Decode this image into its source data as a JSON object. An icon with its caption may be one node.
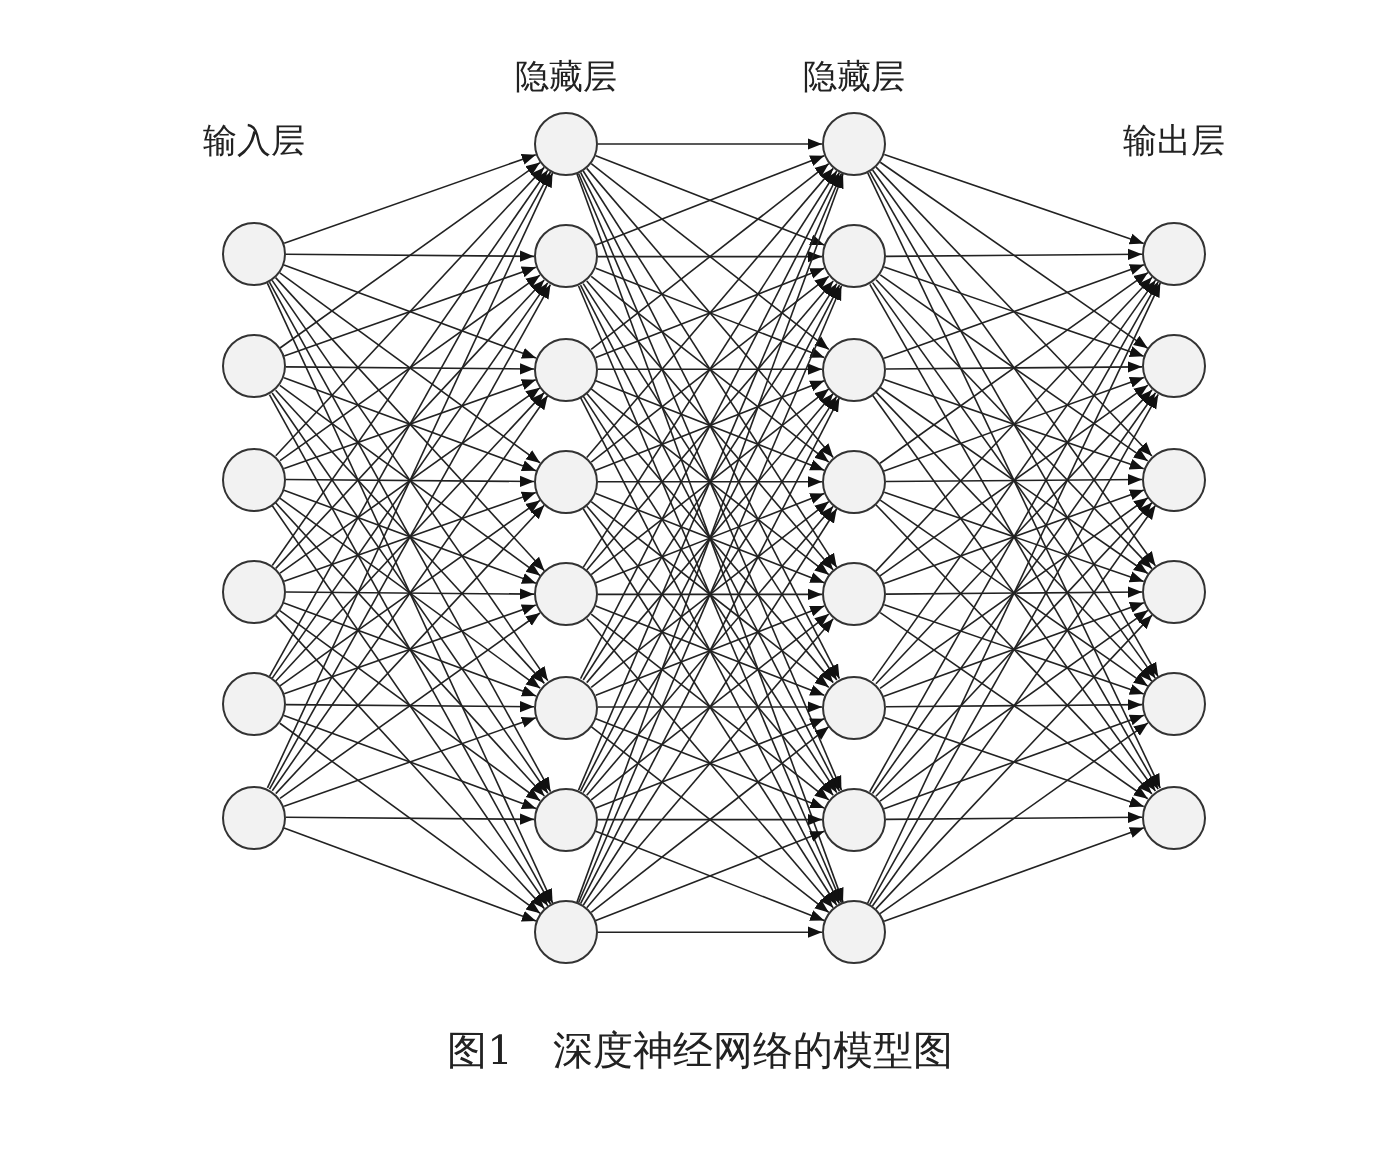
{
  "diagram": {
    "caption": "图1　深度神经网络的模型图",
    "nodes": [
      {
        "text": [],
        "shape": "circle"
      },
      {
        "text": [],
        "shape": "circle"
      },
      {
        "text": [],
        "shape": "circle"
      },
      {
        "text": [],
        "shape": "circle"
      },
      {
        "text": [],
        "shape": "circle"
      },
      {
        "text": [],
        "shape": "circle"
      },
      {
        "text": [],
        "shape": "circle"
      },
      {
        "text": [],
        "shape": "circle"
      },
      {
        "text": [],
        "shape": "circle"
      },
      {
        "text": [],
        "shape": "circle"
      },
      {
        "text": [],
        "shape": "circle"
      },
      {
        "text": [],
        "shape": "circle"
      },
      {
        "text": [],
        "shape": "circle"
      },
      {
        "text": [],
        "shape": "circle"
      },
      {
        "text": [],
        "shape": "circle"
      },
      {
        "text": [],
        "shape": "circle"
      },
      {
        "text": [],
        "shape": "circle"
      },
      {
        "text": [],
        "shape": "circle"
      },
      {
        "text": [],
        "shape": "circle"
      },
      {
        "text": [],
        "shape": "circle"
      },
      {
        "text": [],
        "shape": "circle"
      },
      {
        "text": [],
        "shape": "circle"
      },
      {
        "text": [],
        "shape": "circle"
      },
      {
        "text": [],
        "shape": "circle"
      },
      {
        "text": [],
        "shape": "circle"
      },
      {
        "text": [],
        "shape": "circle"
      },
      {
        "text": [],
        "shape": "circle"
      },
      {
        "text": [],
        "shape": "circle"
      }
    ],
    "edges": [
      {
        "from": 0,
        "to": 6,
        "arrow": "to"
      },
      {
        "from": 0,
        "to": 7,
        "arrow": "to"
      },
      {
        "from": 0,
        "to": 8,
        "arrow": "to"
      },
      {
        "from": 0,
        "to": 9,
        "arrow": "to"
      },
      {
        "from": 0,
        "to": 10,
        "arrow": "to"
      },
      {
        "from": 0,
        "to": 11,
        "arrow": "to"
      },
      {
        "from": 0,
        "to": 12,
        "arrow": "to"
      },
      {
        "from": 0,
        "to": 13,
        "arrow": "to"
      },
      {
        "from": 1,
        "to": 6,
        "arrow": "to"
      },
      {
        "from": 1,
        "to": 7,
        "arrow": "to"
      },
      {
        "from": 1,
        "to": 8,
        "arrow": "to"
      },
      {
        "from": 1,
        "to": 9,
        "arrow": "to"
      },
      {
        "from": 1,
        "to": 10,
        "arrow": "to"
      },
      {
        "from": 1,
        "to": 11,
        "arrow": "to"
      },
      {
        "from": 1,
        "to": 12,
        "arrow": "to"
      },
      {
        "from": 1,
        "to": 13,
        "arrow": "to"
      },
      {
        "from": 2,
        "to": 6,
        "arrow": "to"
      },
      {
        "from": 2,
        "to": 7,
        "arrow": "to"
      },
      {
        "from": 2,
        "to": 8,
        "arrow": "to"
      },
      {
        "from": 2,
        "to": 9,
        "arrow": "to"
      },
      {
        "from": 2,
        "to": 10,
        "arrow": "to"
      },
      {
        "from": 2,
        "to": 11,
        "arrow": "to"
      },
      {
        "from": 2,
        "to": 12,
        "arrow": "to"
      },
      {
        "from": 2,
        "to": 13,
        "arrow": "to"
      },
      {
        "from": 3,
        "to": 6,
        "arrow": "to"
      },
      {
        "from": 3,
        "to": 7,
        "arrow": "to"
      },
      {
        "from": 3,
        "to": 8,
        "arrow": "to"
      },
      {
        "from": 3,
        "to": 9,
        "arrow": "to"
      },
      {
        "from": 3,
        "to": 10,
        "arrow": "to"
      },
      {
        "from": 3,
        "to": 11,
        "arrow": "to"
      },
      {
        "from": 3,
        "to": 12,
        "arrow": "to"
      },
      {
        "from": 3,
        "to": 13,
        "arrow": "to"
      },
      {
        "from": 4,
        "to": 6,
        "arrow": "to"
      },
      {
        "from": 4,
        "to": 7,
        "arrow": "to"
      },
      {
        "from": 4,
        "to": 8,
        "arrow": "to"
      },
      {
        "from": 4,
        "to": 9,
        "arrow": "to"
      },
      {
        "from": 4,
        "to": 10,
        "arrow": "to"
      },
      {
        "from": 4,
        "to": 11,
        "arrow": "to"
      },
      {
        "from": 4,
        "to": 12,
        "arrow": "to"
      },
      {
        "from": 4,
        "to": 13,
        "arrow": "to"
      },
      {
        "from": 5,
        "to": 6,
        "arrow": "to"
      },
      {
        "from": 5,
        "to": 7,
        "arrow": "to"
      },
      {
        "from": 5,
        "to": 8,
        "arrow": "to"
      },
      {
        "from": 5,
        "to": 9,
        "arrow": "to"
      },
      {
        "from": 5,
        "to": 10,
        "arrow": "to"
      },
      {
        "from": 5,
        "to": 11,
        "arrow": "to"
      },
      {
        "from": 5,
        "to": 12,
        "arrow": "to"
      },
      {
        "from": 5,
        "to": 13,
        "arrow": "to"
      },
      {
        "from": 6,
        "to": 14,
        "arrow": "to"
      },
      {
        "from": 6,
        "to": 15,
        "arrow": "to"
      },
      {
        "from": 6,
        "to": 16,
        "arrow": "to"
      },
      {
        "from": 6,
        "to": 17,
        "arrow": "to"
      },
      {
        "from": 6,
        "to": 18,
        "arrow": "to"
      },
      {
        "from": 6,
        "to": 19,
        "arrow": "to"
      },
      {
        "from": 6,
        "to": 20,
        "arrow": "to"
      },
      {
        "from": 6,
        "to": 21,
        "arrow": "to"
      },
      {
        "from": 7,
        "to": 14,
        "arrow": "to"
      },
      {
        "from": 7,
        "to": 15,
        "arrow": "to"
      },
      {
        "from": 7,
        "to": 16,
        "arrow": "to"
      },
      {
        "from": 7,
        "to": 17,
        "arrow": "to"
      },
      {
        "from": 7,
        "to": 18,
        "arrow": "to"
      },
      {
        "from": 7,
        "to": 19,
        "arrow": "to"
      },
      {
        "from": 7,
        "to": 20,
        "arrow": "to"
      },
      {
        "from": 7,
        "to": 21,
        "arrow": "to"
      },
      {
        "from": 8,
        "to": 14,
        "arrow": "to"
      },
      {
        "from": 8,
        "to": 15,
        "arrow": "to"
      },
      {
        "from": 8,
        "to": 16,
        "arrow": "to"
      },
      {
        "from": 8,
        "to": 17,
        "arrow": "to"
      },
      {
        "from": 8,
        "to": 18,
        "arrow": "to"
      },
      {
        "from": 8,
        "to": 19,
        "arrow": "to"
      },
      {
        "from": 8,
        "to": 20,
        "arrow": "to"
      },
      {
        "from": 8,
        "to": 21,
        "arrow": "to"
      },
      {
        "from": 9,
        "to": 14,
        "arrow": "to"
      },
      {
        "from": 9,
        "to": 15,
        "arrow": "to"
      },
      {
        "from": 9,
        "to": 16,
        "arrow": "to"
      },
      {
        "from": 9,
        "to": 17,
        "arrow": "to"
      },
      {
        "from": 9,
        "to": 18,
        "arrow": "to"
      },
      {
        "from": 9,
        "to": 19,
        "arrow": "to"
      },
      {
        "from": 9,
        "to": 20,
        "arrow": "to"
      },
      {
        "from": 9,
        "to": 21,
        "arrow": "to"
      },
      {
        "from": 10,
        "to": 14,
        "arrow": "to"
      },
      {
        "from": 10,
        "to": 15,
        "arrow": "to"
      },
      {
        "from": 10,
        "to": 16,
        "arrow": "to"
      },
      {
        "from": 10,
        "to": 17,
        "arrow": "to"
      },
      {
        "from": 10,
        "to": 18,
        "arrow": "to"
      },
      {
        "from": 10,
        "to": 19,
        "arrow": "to"
      },
      {
        "from": 10,
        "to": 20,
        "arrow": "to"
      },
      {
        "from": 10,
        "to": 21,
        "arrow": "to"
      },
      {
        "from": 11,
        "to": 14,
        "arrow": "to"
      },
      {
        "from": 11,
        "to": 15,
        "arrow": "to"
      },
      {
        "from": 11,
        "to": 16,
        "arrow": "to"
      },
      {
        "from": 11,
        "to": 17,
        "arrow": "to"
      },
      {
        "from": 11,
        "to": 18,
        "arrow": "to"
      },
      {
        "from": 11,
        "to": 19,
        "arrow": "to"
      },
      {
        "from": 11,
        "to": 20,
        "arrow": "to"
      },
      {
        "from": 11,
        "to": 21,
        "arrow": "to"
      },
      {
        "from": 12,
        "to": 14,
        "arrow": "to"
      },
      {
        "from": 12,
        "to": 15,
        "arrow": "to"
      },
      {
        "from": 12,
        "to": 16,
        "arrow": "to"
      },
      {
        "from": 12,
        "to": 17,
        "arrow": "to"
      },
      {
        "from": 12,
        "to": 18,
        "arrow": "to"
      },
      {
        "from": 12,
        "to": 19,
        "arrow": "to"
      },
      {
        "from": 12,
        "to": 20,
        "arrow": "to"
      },
      {
        "from": 12,
        "to": 21,
        "arrow": "to"
      },
      {
        "from": 13,
        "to": 14,
        "arrow": "to"
      },
      {
        "from": 13,
        "to": 15,
        "arrow": "to"
      },
      {
        "from": 13,
        "to": 16,
        "arrow": "to"
      },
      {
        "from": 13,
        "to": 17,
        "arrow": "to"
      },
      {
        "from": 13,
        "to": 18,
        "arrow": "to"
      },
      {
        "from": 13,
        "to": 19,
        "arrow": "to"
      },
      {
        "from": 13,
        "to": 20,
        "arrow": "to"
      },
      {
        "from": 13,
        "to": 21,
        "arrow": "to"
      },
      {
        "from": 14,
        "to": 22,
        "arrow": "to"
      },
      {
        "from": 14,
        "to": 23,
        "arrow": "to"
      },
      {
        "from": 14,
        "to": 24,
        "arrow": "to"
      },
      {
        "from": 14,
        "to": 25,
        "arrow": "to"
      },
      {
        "from": 14,
        "to": 26,
        "arrow": "to"
      },
      {
        "from": 14,
        "to": 27,
        "arrow": "to"
      },
      {
        "from": 15,
        "to": 22,
        "arrow": "to"
      },
      {
        "from": 15,
        "to": 23,
        "arrow": "to"
      },
      {
        "from": 15,
        "to": 24,
        "arrow": "to"
      },
      {
        "from": 15,
        "to": 25,
        "arrow": "to"
      },
      {
        "from": 15,
        "to": 26,
        "arrow": "to"
      },
      {
        "from": 15,
        "to": 27,
        "arrow": "to"
      },
      {
        "from": 16,
        "to": 22,
        "arrow": "to"
      },
      {
        "from": 16,
        "to": 23,
        "arrow": "to"
      },
      {
        "from": 16,
        "to": 24,
        "arrow": "to"
      },
      {
        "from": 16,
        "to": 25,
        "arrow": "to"
      },
      {
        "from": 16,
        "to": 26,
        "arrow": "to"
      },
      {
        "from": 16,
        "to": 27,
        "arrow": "to"
      },
      {
        "from": 17,
        "to": 22,
        "arrow": "to"
      },
      {
        "from": 17,
        "to": 23,
        "arrow": "to"
      },
      {
        "from": 17,
        "to": 24,
        "arrow": "to"
      },
      {
        "from": 17,
        "to": 25,
        "arrow": "to"
      },
      {
        "from": 17,
        "to": 26,
        "arrow": "to"
      },
      {
        "from": 17,
        "to": 27,
        "arrow": "to"
      },
      {
        "from": 18,
        "to": 22,
        "arrow": "to"
      },
      {
        "from": 18,
        "to": 23,
        "arrow": "to"
      },
      {
        "from": 18,
        "to": 24,
        "arrow": "to"
      },
      {
        "from": 18,
        "to": 25,
        "arrow": "to"
      },
      {
        "from": 18,
        "to": 26,
        "arrow": "to"
      },
      {
        "from": 18,
        "to": 27,
        "arrow": "to"
      },
      {
        "from": 19,
        "to": 22,
        "arrow": "to"
      },
      {
        "from": 19,
        "to": 23,
        "arrow": "to"
      },
      {
        "from": 19,
        "to": 24,
        "arrow": "to"
      },
      {
        "from": 19,
        "to": 25,
        "arrow": "to"
      },
      {
        "from": 19,
        "to": 26,
        "arrow": "to"
      },
      {
        "from": 19,
        "to": 27,
        "arrow": "to"
      },
      {
        "from": 20,
        "to": 22,
        "arrow": "to"
      },
      {
        "from": 20,
        "to": 23,
        "arrow": "to"
      },
      {
        "from": 20,
        "to": 24,
        "arrow": "to"
      },
      {
        "from": 20,
        "to": 25,
        "arrow": "to"
      },
      {
        "from": 20,
        "to": 26,
        "arrow": "to"
      },
      {
        "from": 20,
        "to": 27,
        "arrow": "to"
      },
      {
        "from": 21,
        "to": 22,
        "arrow": "to"
      },
      {
        "from": 21,
        "to": 23,
        "arrow": "to"
      },
      {
        "from": 21,
        "to": 24,
        "arrow": "to"
      },
      {
        "from": 21,
        "to": 25,
        "arrow": "to"
      },
      {
        "from": 21,
        "to": 26,
        "arrow": "to"
      },
      {
        "from": 21,
        "to": 27,
        "arrow": "to"
      }
    ],
    "labels": [
      "输入层",
      "隐藏层",
      "隐藏层",
      "输出层"
    ]
  }
}
